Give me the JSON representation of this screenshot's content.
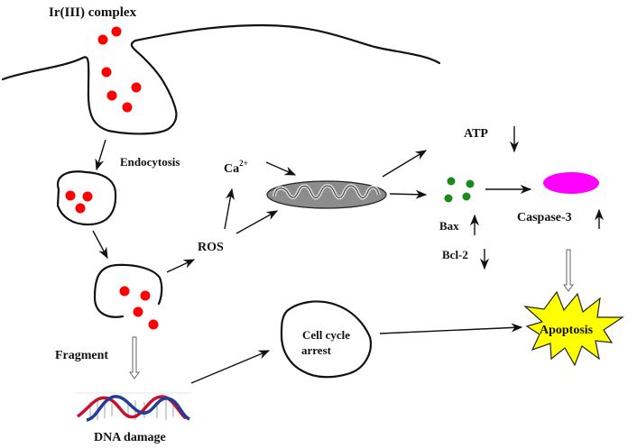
{
  "title": "Ir(III) complex",
  "labels": {
    "endocytosis": "Endocytosis",
    "ca": "Ca",
    "ca_sup": "2+",
    "ros": "ROS",
    "atp": "ATP",
    "bax": "Bax",
    "bcl2": "Bcl-2",
    "caspase": "Caspase-3",
    "apoptosis": "Apoptosis",
    "fragment": "Fragment",
    "dna_damage": "DNA damage",
    "cell_cycle_line1": "Cell cycle",
    "cell_cycle_line2": "arrest"
  },
  "regulation": {
    "atp": "down",
    "bax": "up",
    "bcl2": "down",
    "caspase": "up"
  },
  "colors": {
    "complex": "#ff0000",
    "bax_dots": "#1a8a1a",
    "caspase": "#ff00ff",
    "apoptosis_burst": "#ffff00",
    "mito_outer": "#8c8c8c",
    "mito_inner": "#c8c8c8",
    "dna_red": "#c8102e",
    "dna_blue": "#1f3d99"
  }
}
